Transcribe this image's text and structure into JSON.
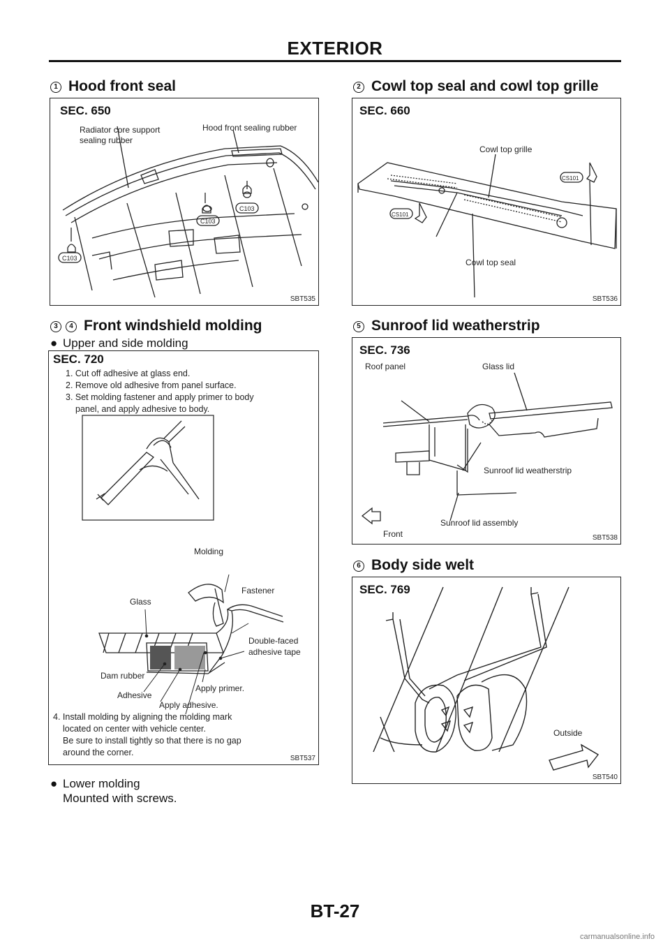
{
  "header": {
    "title": "EXTERIOR"
  },
  "sections": [
    {
      "num": "1",
      "heading": "Hood front seal",
      "figure": {
        "sec": "SEC. 650",
        "id": "SBT535",
        "labels": {
          "radiator_1": "Radiator core support",
          "radiator_2": "sealing rubber",
          "hood_rubber": "Hood front sealing rubber",
          "c103_a": "C103",
          "c103_b": "C103",
          "c103_c": "C103"
        }
      }
    },
    {
      "num": "2",
      "heading": "Cowl top seal and cowl top grille",
      "figure": {
        "sec": "SEC. 660",
        "id": "SBT536",
        "labels": {
          "grille": "Cowl top grille",
          "seal": "Cowl top seal",
          "cs101_a": "CS101",
          "cs101_b": "CS101"
        }
      }
    },
    {
      "num_a": "3",
      "num_b": "4",
      "heading": "Front windshield molding",
      "bullet_upper": "Upper and side molding",
      "figure": {
        "sec": "SEC. 720",
        "id": "SBT537",
        "steps": [
          "1. Cut off adhesive at glass end.",
          "2. Remove old adhesive from panel surface.",
          "3. Set molding fastener and apply primer to body",
          "panel, and apply adhesive to body."
        ],
        "labels": {
          "molding": "Molding",
          "fastener": "Fastener",
          "glass": "Glass",
          "tape_1": "Double-faced",
          "tape_2": "adhesive tape",
          "dam": "Dam rubber",
          "adhesive": "Adhesive",
          "primer": "Apply primer.",
          "apply_adhesive": "Apply adhesive."
        },
        "step4": [
          "4. Install molding by aligning the molding mark",
          "located on center with vehicle center.",
          "Be sure to install tightly so that there is no gap",
          "around the corner."
        ]
      },
      "bullet_lower": "Lower molding",
      "bullet_lower_note": "Mounted with screws."
    },
    {
      "num": "5",
      "heading": "Sunroof lid weatherstrip",
      "figure": {
        "sec": "SEC. 736",
        "id": "SBT538",
        "labels": {
          "roof": "Roof panel",
          "glass": "Glass lid",
          "weatherstrip": "Sunroof lid weatherstrip",
          "assembly": "Sunroof lid assembly",
          "front": "Front"
        }
      }
    },
    {
      "num": "6",
      "heading": "Body side welt",
      "figure": {
        "sec": "SEC. 769",
        "id": "SBT540",
        "labels": {
          "outside": "Outside"
        }
      }
    }
  ],
  "footer": {
    "page": "BT-27",
    "watermark": "carmanualsonline.info"
  }
}
